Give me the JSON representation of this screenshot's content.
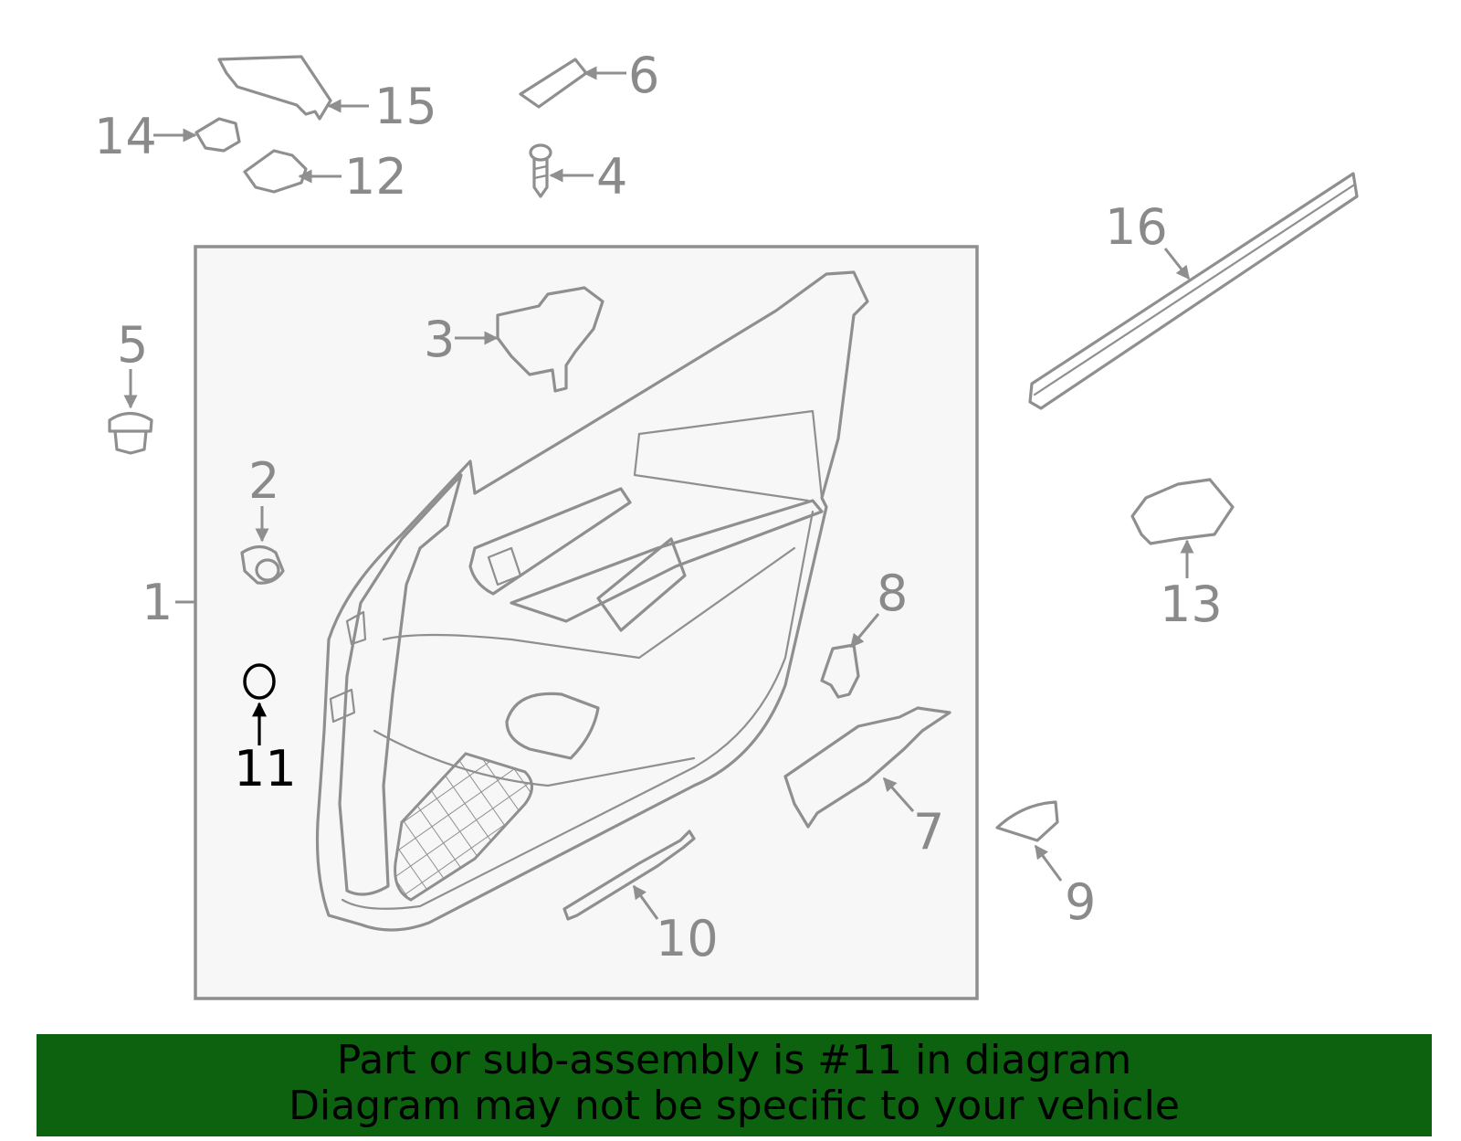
{
  "callouts": {
    "c1": "1",
    "c2": "2",
    "c3": "3",
    "c4": "4",
    "c5": "5",
    "c6": "6",
    "c7": "7",
    "c8": "8",
    "c9": "9",
    "c10": "10",
    "c11": "11",
    "c12": "12",
    "c13": "13",
    "c14": "14",
    "c15": "15",
    "c16": "16"
  },
  "highlighted_part": "11",
  "colors": {
    "line_gray": "#8f8f8f",
    "label_gray": "#8a8a8a",
    "panel_fill": "#f7f7f7",
    "highlight": "#000000",
    "banner_bg": "#0d6210"
  },
  "banner": {
    "line1": "Part or sub-assembly is #11 in diagram",
    "line2": "Diagram may not be specific to your vehicle"
  }
}
